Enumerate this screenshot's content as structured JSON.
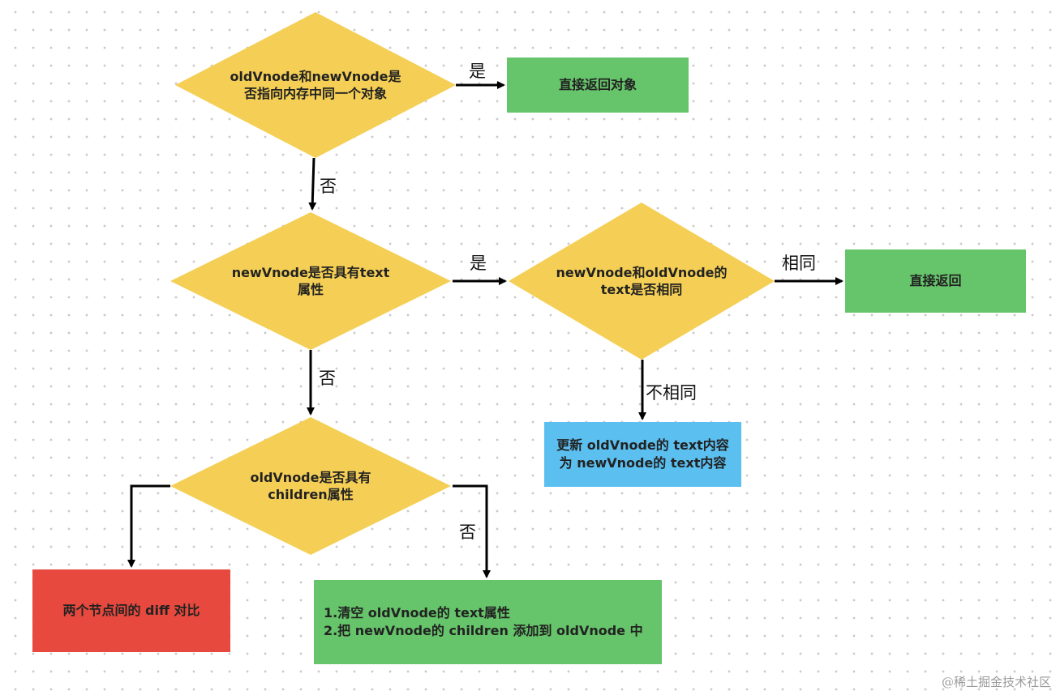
{
  "colors": {
    "decision": "#f5cf55",
    "terminal_green": "#66c46a",
    "update_blue": "#5bbff0",
    "diff_red": "#e8493e",
    "arrow": "#000000"
  },
  "decisions": {
    "same_object": "oldVnode和newVnode是\n否指向内存中同一个对象",
    "has_text": "newVnode是否具有text\n属性",
    "text_equal": "newVnode和oldVnode的\ntext是否相同",
    "has_children": "oldVnode是否具有\nchildren属性"
  },
  "boxes": {
    "return_object": "直接返回对象",
    "return_direct": "直接返回",
    "update_text": "更新 oldVnode的 text内容\n为 newVnode的 text内容",
    "diff_compare": "两个节点间的 diff 对比",
    "clear_and_add": "1.清空 oldVnode的 text属性\n2.把 newVnode的 children 添加到 oldVnode 中"
  },
  "edge_labels": {
    "yes_1": "是",
    "no_1": "否",
    "yes_2": "是",
    "no_2": "否",
    "same": "相同",
    "not_same": "不相同",
    "no_3": "否"
  },
  "watermark": "@稀土掘金技术社区"
}
